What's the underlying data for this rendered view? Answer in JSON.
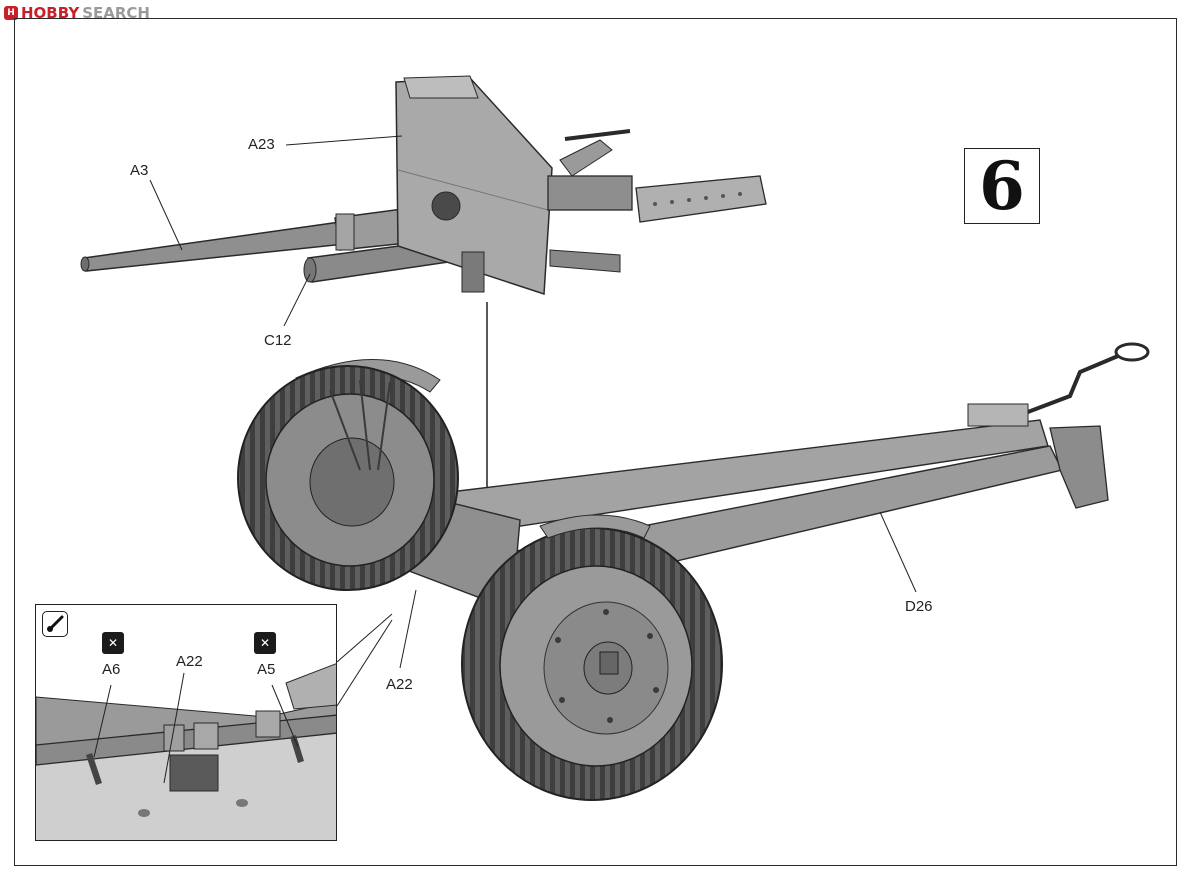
{
  "watermark": {
    "brand_a": "HOBBY",
    "brand_b": "SEARCH"
  },
  "step_number": "6",
  "labels": {
    "a3": "A3",
    "a23": "A23",
    "c12": "C12",
    "d26": "D26",
    "a22_main": "A22",
    "a22_inset": "A22",
    "a6": "A6",
    "a5": "A5"
  },
  "icons": {
    "tool": "hobby-knife-icon",
    "no_cement": "no-cement-icon"
  }
}
